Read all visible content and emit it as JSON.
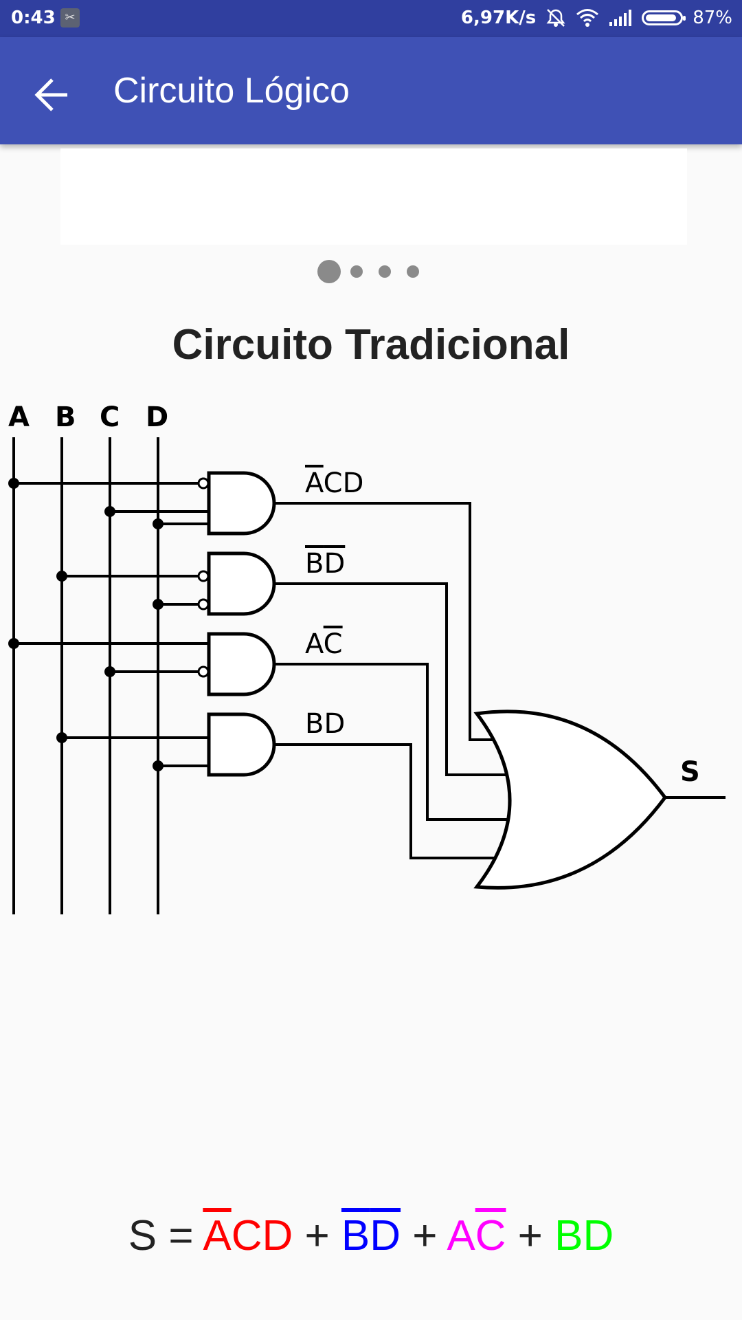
{
  "status_bar": {
    "time": "0:43",
    "net_speed": "6,97K/s",
    "battery_percent": "87%",
    "icons": [
      "screenshot-notification-icon",
      "alarm-off-icon",
      "wifi-icon",
      "signal-icon",
      "battery-icon"
    ]
  },
  "app_bar": {
    "title": "Circuito Lógico",
    "back_icon": "arrow-back-icon",
    "color": "#3f51b5"
  },
  "carousel": {
    "page_count": 4,
    "current_page": 1
  },
  "section_title": "Circuito Tradicional",
  "circuit": {
    "inputs": [
      "A",
      "B",
      "C",
      "D"
    ],
    "gates": [
      {
        "type": "AND",
        "term": "ACD",
        "inputs": [
          "A̅",
          "C",
          "D"
        ],
        "negated_chars": [
          0
        ]
      },
      {
        "type": "AND",
        "term": "BD",
        "inputs": [
          "B̅",
          "D̅"
        ],
        "negated_chars": [
          0,
          1
        ]
      },
      {
        "type": "AND",
        "term": "AC",
        "inputs": [
          "A",
          "C̅"
        ],
        "negated_chars": [
          1
        ]
      },
      {
        "type": "AND",
        "term": "BD",
        "inputs": [
          "B",
          "D"
        ],
        "negated_chars": []
      }
    ],
    "output_gate": "OR",
    "output_label": "S"
  },
  "expression": {
    "prefix": "S = ",
    "separator": " + ",
    "terms": [
      {
        "text": "ACD",
        "negated": [
          0
        ],
        "color": "#ff0000"
      },
      {
        "text": "BD",
        "negated": [
          0,
          1
        ],
        "color": "#0000ff"
      },
      {
        "text": "AC",
        "negated": [
          1
        ],
        "color": "#ff00ff"
      },
      {
        "text": "BD",
        "negated": [],
        "color": "#00ff00"
      }
    ]
  }
}
